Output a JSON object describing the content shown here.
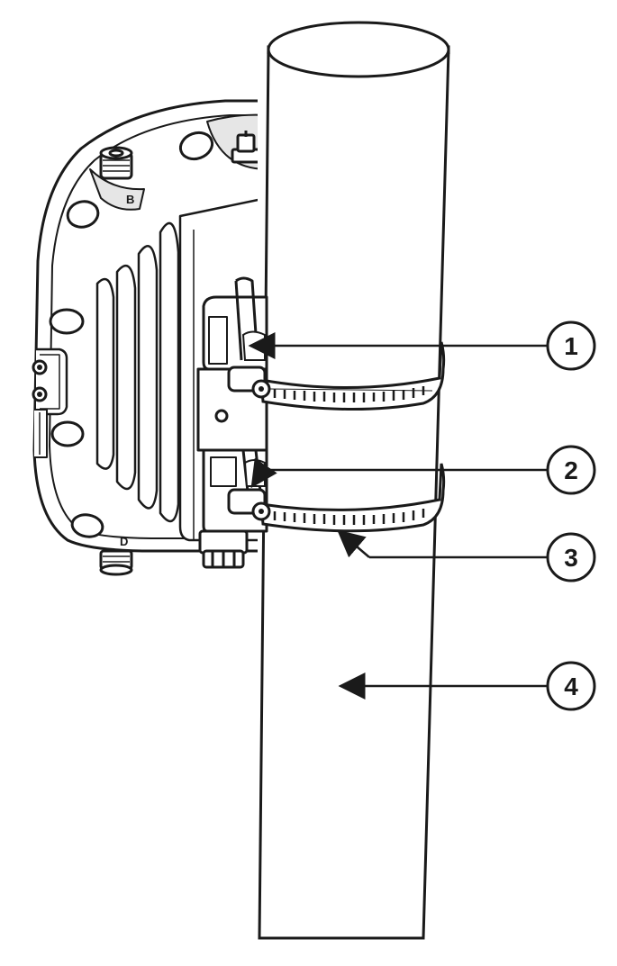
{
  "figure": {
    "callouts": [
      {
        "id": "1",
        "label": "1"
      },
      {
        "id": "2",
        "label": "2"
      },
      {
        "id": "3",
        "label": "3"
      },
      {
        "id": "4",
        "label": "4"
      }
    ],
    "port_labels": {
      "top_port": "B",
      "bottom_port": "D"
    },
    "colors": {
      "line": "#1a1a1a",
      "fill": "#ffffff",
      "shade": "#e6e6e6"
    }
  }
}
